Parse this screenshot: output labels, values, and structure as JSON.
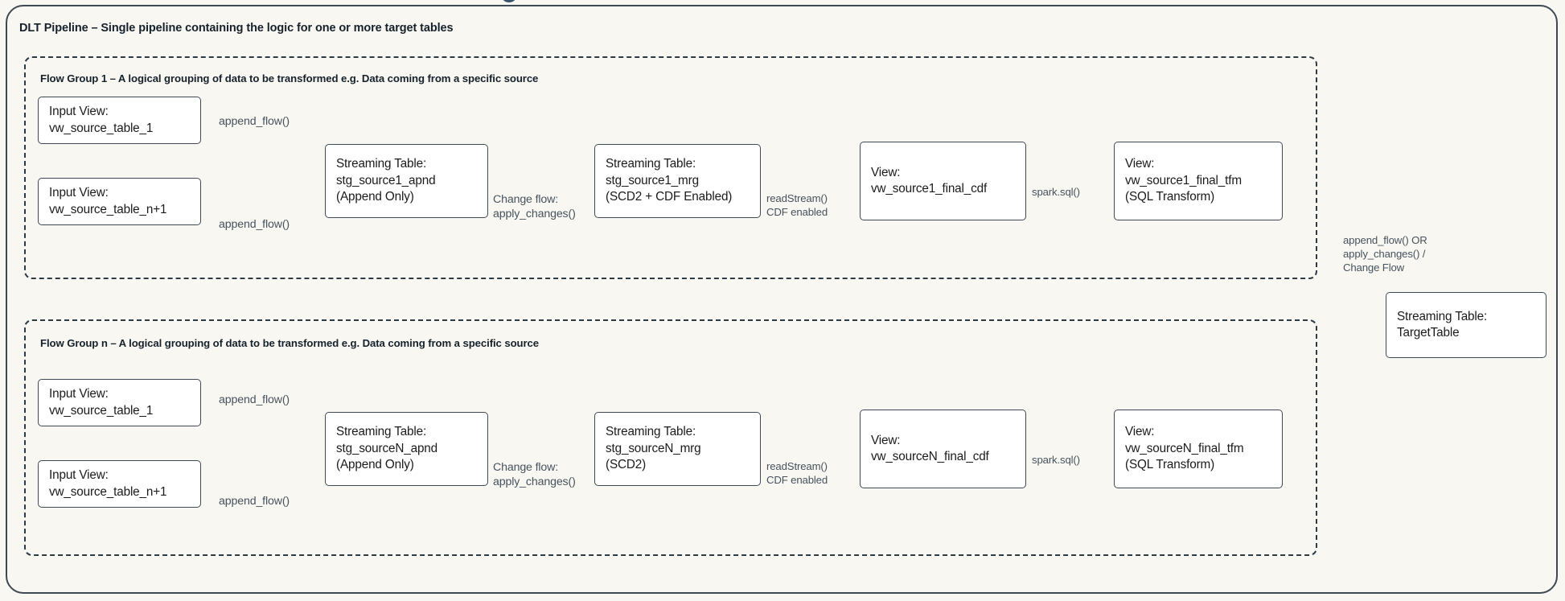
{
  "diagram": {
    "pipeline": {
      "title": "DLT Pipeline  – Single pipeline containing the logic for one or more target tables"
    },
    "groups": [
      {
        "id": "flow-group-1",
        "title": "Flow Group 1 – A logical grouping of data to be transformed e.g. Data coming from a specific source",
        "nodes": [
          {
            "id": "fg1-input-1",
            "lines": [
              "Input View:",
              "vw_source_table_1"
            ]
          },
          {
            "id": "fg1-input-2",
            "lines": [
              "Input View:",
              "vw_source_table_n+1"
            ]
          },
          {
            "id": "fg1-stg-apnd",
            "lines": [
              "Streaming Table:",
              "stg_source1_apnd",
              "(Append Only)"
            ]
          },
          {
            "id": "fg1-stg-mrg",
            "lines": [
              "Streaming Table:",
              "stg_source1_mrg",
              "(SCD2 + CDF Enabled)"
            ]
          },
          {
            "id": "fg1-view-cdf",
            "lines": [
              "View:",
              "vw_source1_final_cdf"
            ]
          },
          {
            "id": "fg1-view-tfm",
            "lines": [
              "View:",
              "vw_source1_final_tfm",
              "(SQL Transform)"
            ]
          }
        ],
        "edge_labels": [
          {
            "id": "fg1-edge-append-top",
            "lines": [
              "append_flow()"
            ]
          },
          {
            "id": "fg1-edge-append-bottom",
            "lines": [
              "append_flow()"
            ]
          },
          {
            "id": "fg1-edge-change-flow",
            "lines": [
              "Change flow:",
              "apply_changes()"
            ]
          },
          {
            "id": "fg1-edge-readstream",
            "lines": [
              "readStream()",
              "CDF enabled"
            ]
          },
          {
            "id": "fg1-edge-sparksql",
            "lines": [
              "spark.sql()"
            ]
          }
        ]
      },
      {
        "id": "flow-group-n",
        "title": "Flow Group n – A logical grouping of data to be transformed e.g. Data coming from a specific source",
        "nodes": [
          {
            "id": "fgn-input-1",
            "lines": [
              "Input View:",
              "vw_source_table_1"
            ]
          },
          {
            "id": "fgn-input-2",
            "lines": [
              "Input View:",
              "vw_source_table_n+1"
            ]
          },
          {
            "id": "fgn-stg-apnd",
            "lines": [
              "Streaming Table:",
              "stg_sourceN_apnd",
              "(Append Only)"
            ]
          },
          {
            "id": "fgn-stg-mrg",
            "lines": [
              "Streaming Table:",
              "stg_sourceN_mrg",
              "(SCD2)"
            ]
          },
          {
            "id": "fgn-view-cdf",
            "lines": [
              "View:",
              "vw_sourceN_final_cdf"
            ]
          },
          {
            "id": "fgn-view-tfm",
            "lines": [
              "View:",
              "vw_sourceN_final_tfm",
              "(SQL Transform)"
            ]
          }
        ],
        "edge_labels": [
          {
            "id": "fgn-edge-append-top",
            "lines": [
              "append_flow()"
            ]
          },
          {
            "id": "fgn-edge-append-bottom",
            "lines": [
              "append_flow()"
            ]
          },
          {
            "id": "fgn-edge-change-flow",
            "lines": [
              "Change flow:",
              "apply_changes()"
            ]
          },
          {
            "id": "fgn-edge-readstream",
            "lines": [
              "readStream()",
              "CDF enabled"
            ]
          },
          {
            "id": "fgn-edge-sparksql",
            "lines": [
              "spark.sql()"
            ]
          }
        ]
      }
    ],
    "target": {
      "id": "target-table",
      "lines": [
        "Streaming Table:",
        "TargetTable"
      ]
    },
    "target_edge_label": {
      "id": "target-edge-label",
      "lines": [
        "append_flow() OR",
        "apply_changes() /",
        "Change Flow"
      ]
    },
    "colors": {
      "canvas_background": "#f9f7f2",
      "node_fill": "#ffffff",
      "stroke": "#3d4a54",
      "dashed_stroke": "#2b3a45",
      "text": "#1b1b1b",
      "label_text": "#46535e",
      "title_text": "#16222b"
    }
  }
}
